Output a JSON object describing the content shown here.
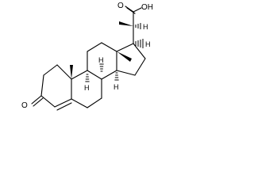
{
  "labels": {
    "oxygen_ketone": "O",
    "carboxyl": "OH",
    "carboxyl_o": "O",
    "h_side_chain": "H",
    "h_c17": "H",
    "h_c8": "H",
    "h_c9": "H",
    "h_c14": "H"
  },
  "colors": {
    "ink": "#000000",
    "background": "#ffffff"
  }
}
